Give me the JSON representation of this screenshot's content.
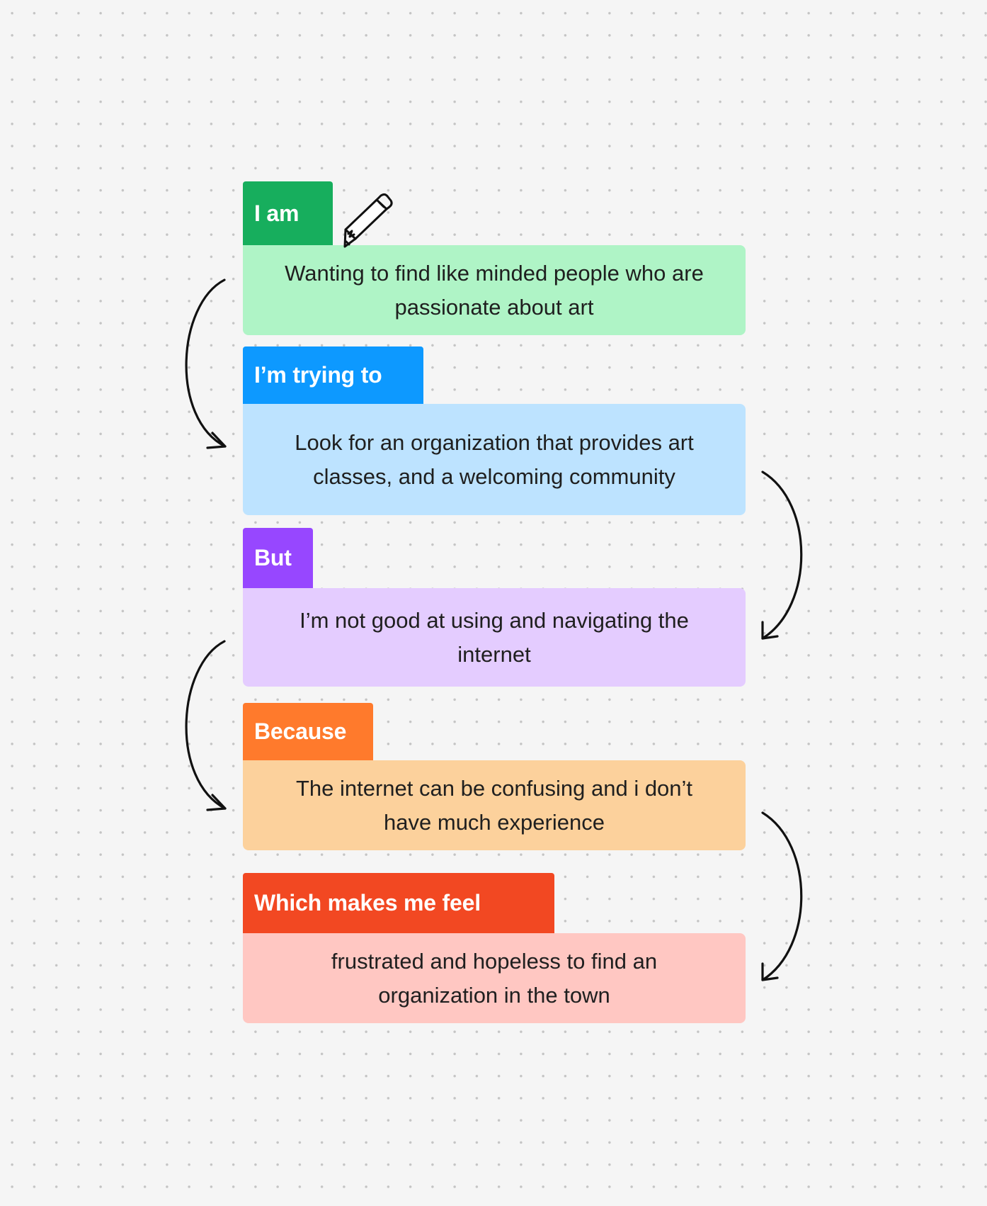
{
  "colors": {
    "background": "#f5f5f5",
    "dots": "#c4c4c4",
    "arrow": "#111111",
    "card_text": "#1f1f1f",
    "label_text": "#ffffff"
  },
  "steps": [
    {
      "label": "I am",
      "text": "Wanting to find like minded people who are passionate about art",
      "label_color": "#17ae5d",
      "card_color": "#aff4c6"
    },
    {
      "label": "I’m trying to",
      "text": "Look for an organization that provides art classes,  and a welcoming community",
      "label_color": "#0d99ff",
      "card_color": "#bde3ff"
    },
    {
      "label": "But",
      "text": "I’m not good at using and navigating the internet",
      "label_color": "#9747ff",
      "card_color": "#e4ccff"
    },
    {
      "label": "Because",
      "text": "The internet can be confusing and i don’t have much experience",
      "label_color": "#ff7a2c",
      "card_color": "#fcd19c"
    },
    {
      "label": "Which makes me feel",
      "text": "frustrated and hopeless to find an organization in the town",
      "label_color": "#f24822",
      "card_color": "#ffc7c2"
    }
  ],
  "icons": {
    "pencil": "pencil-icon",
    "arrow": "curved-arrow-icon"
  }
}
